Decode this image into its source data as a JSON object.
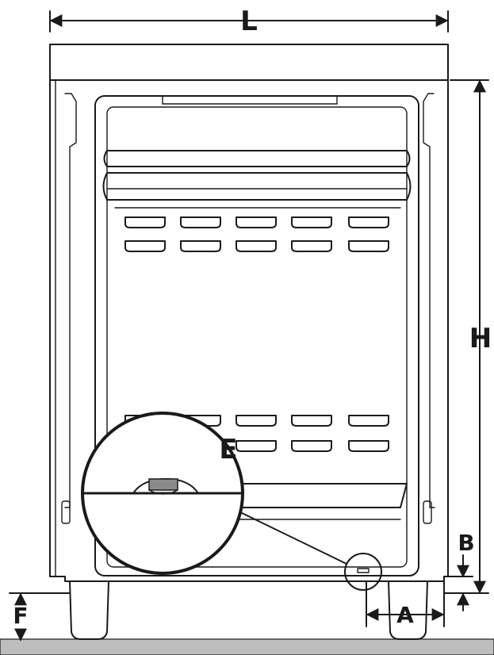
{
  "diagram": {
    "labels": {
      "width": "L",
      "height": "H",
      "bottom_gap": "B",
      "foot_offset": "A",
      "floor_gap": "F",
      "detail": "E"
    },
    "colors": {
      "line": "#1a1a1a",
      "floor": "#bdbdbd",
      "background": "#ffffff"
    }
  }
}
